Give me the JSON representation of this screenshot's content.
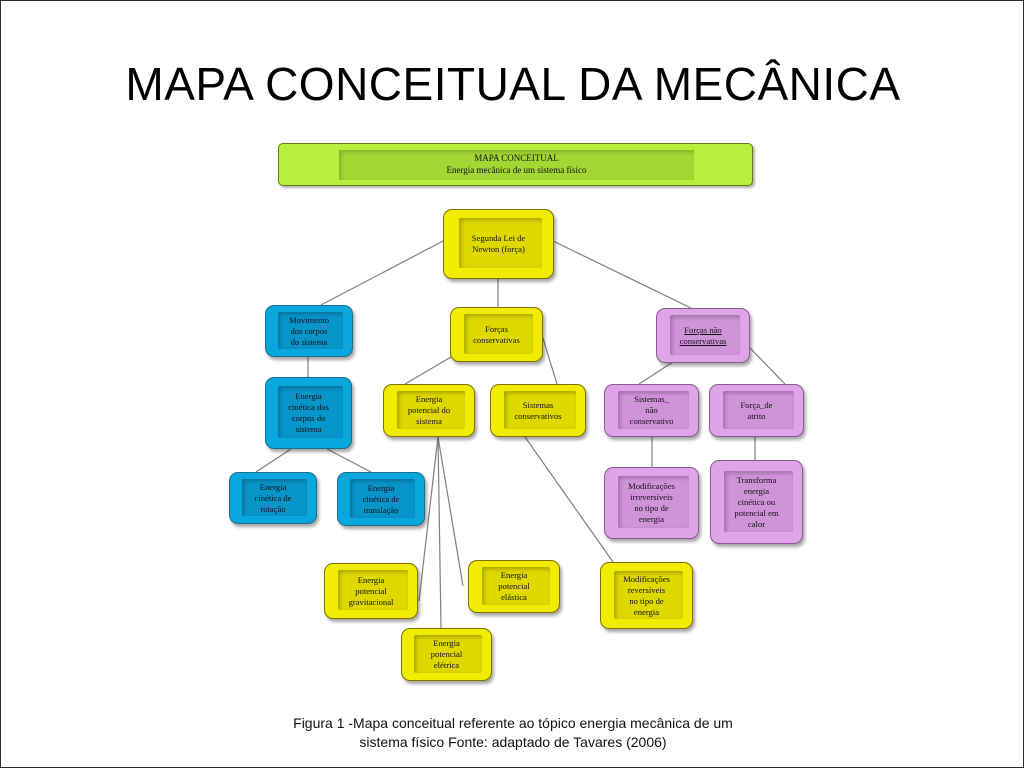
{
  "slide": {
    "title": "MAPA CONCEITUAL DA MECÂNICA"
  },
  "header": {
    "line1": "MAPA CONCEITUAL",
    "line2": "Energia mecânica de um sistema físico"
  },
  "nodes": {
    "segunda_lei": "Segunda Lei de\nNewton (força)",
    "movimento": "Movimento\ndos corpos\ndo sistema",
    "forcas_conservativas": "Forças\nconservativas",
    "forcas_nao_conservativas": "Forças não\nconservativas",
    "energia_cinetica": "Energia\ncinética dos\ncorpos do\nsistema",
    "energia_potencial": "Energia\npotencial do\nsistema",
    "sistemas_conservativos": "Sistemas\nconservativos",
    "sistemas_nao_conservativo": "Sistemas_\nnão\nconservativo",
    "forca_atrito": "Força_de\natrito",
    "cinetica_rotacao": "Energia\ncinética de\nrotação",
    "cinetica_translacao": "Energia\ncinética de\ntranslação",
    "mod_irreversiveis": "Modificações\nirreversíveis\nno tipo de\nenergia",
    "transforma": "Transforma\nenergia\ncinética ou\npotencial em\ncalor",
    "pot_gravitacional": "Energia\npotencial\ngravitacional",
    "pot_elastica": "Energia\npotencial\nelástica",
    "mod_reversiveis": "Modificações\nreversíveis\nno tipo de\nenergia",
    "pot_eletrica": "Energia\npotencial\nelétrica"
  },
  "colors": {
    "blue": "#0aa7df",
    "yellow": "#f2ec00",
    "pink": "#dfa3e8",
    "header_green": "#b6ef3e"
  },
  "caption": {
    "line1": "Figura 1 -Mapa conceitual referente ao tópico energia mecânica de um",
    "line2": "sistema físico Fonte: adaptado de Tavares (2006)"
  }
}
